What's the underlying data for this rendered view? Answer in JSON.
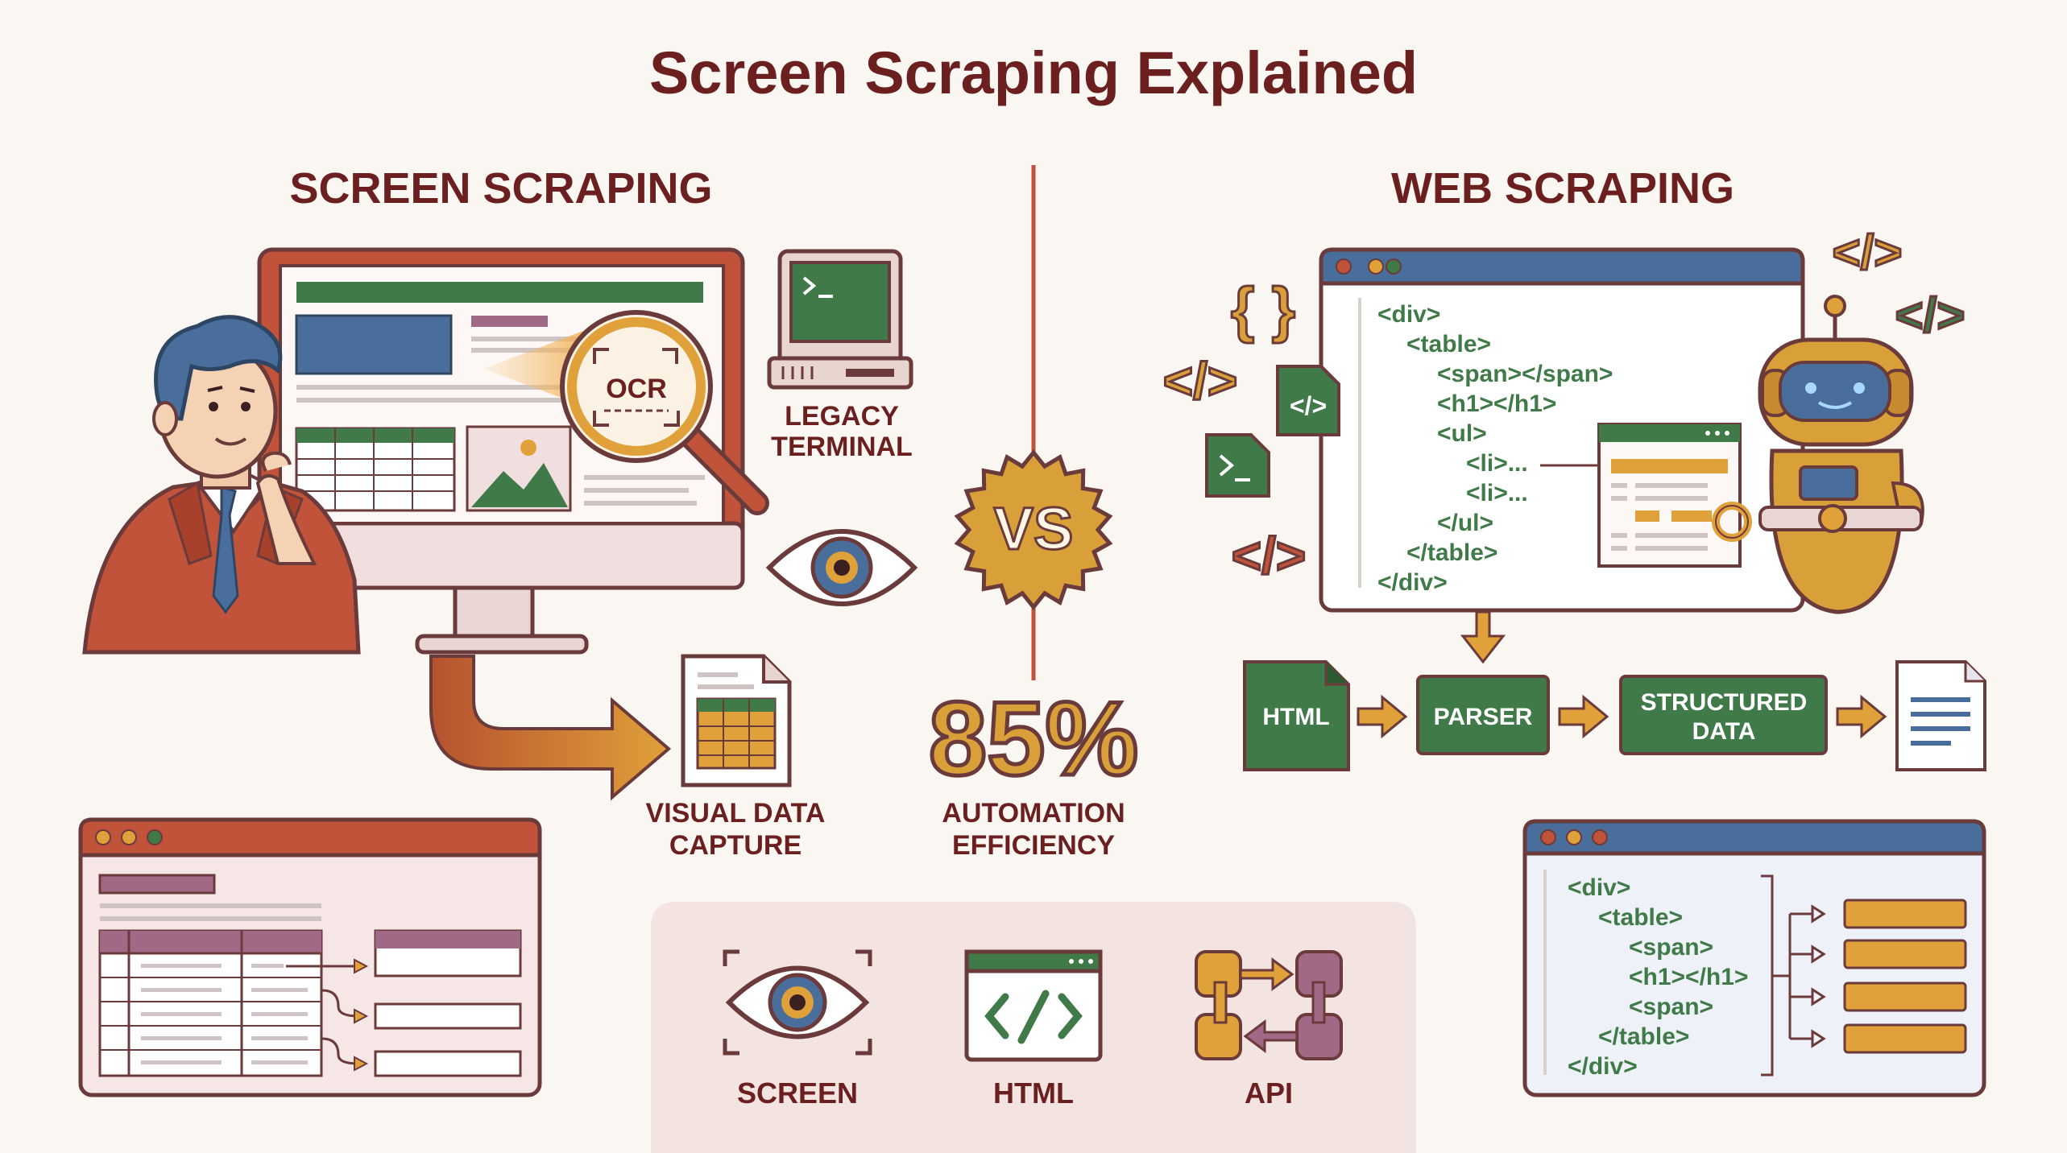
{
  "title": "Screen Scraping Explained",
  "left_heading": "SCREEN SCRAPING",
  "right_heading": "WEB SCRAPING",
  "ocr_label": "OCR",
  "terminal": {
    "line1": "LEGACY",
    "line2": "TERMINAL"
  },
  "visual_capture": {
    "line1": "VISUAL DATA",
    "line2": "CAPTURE"
  },
  "vs_label": "VS",
  "stat": {
    "value": "85%",
    "line1": "AUTOMATION",
    "line2": "EFFICIENCY"
  },
  "code_lines": [
    "<div>",
    "<table>",
    "<span></span>",
    "<h1></h1>",
    "<ul>",
    "<li>...",
    "<li>...",
    "</ul>",
    "</table>",
    "</div>"
  ],
  "pipeline": [
    "HTML",
    "PARSER",
    "STRUCTURED",
    "DATA"
  ],
  "bottom_code": [
    "<div>",
    "<table>",
    "<span>",
    "<h1></h1>",
    "<span>",
    "</table>",
    "</div>"
  ],
  "methods": [
    "SCREEN",
    "HTML",
    "API"
  ],
  "colors": {
    "maroon": "#6b1f1f",
    "rust": "#c0533a",
    "green": "#3f7a48",
    "blue": "#4a6e9c",
    "gold": "#d9a03a",
    "mauve": "#a06a86"
  }
}
